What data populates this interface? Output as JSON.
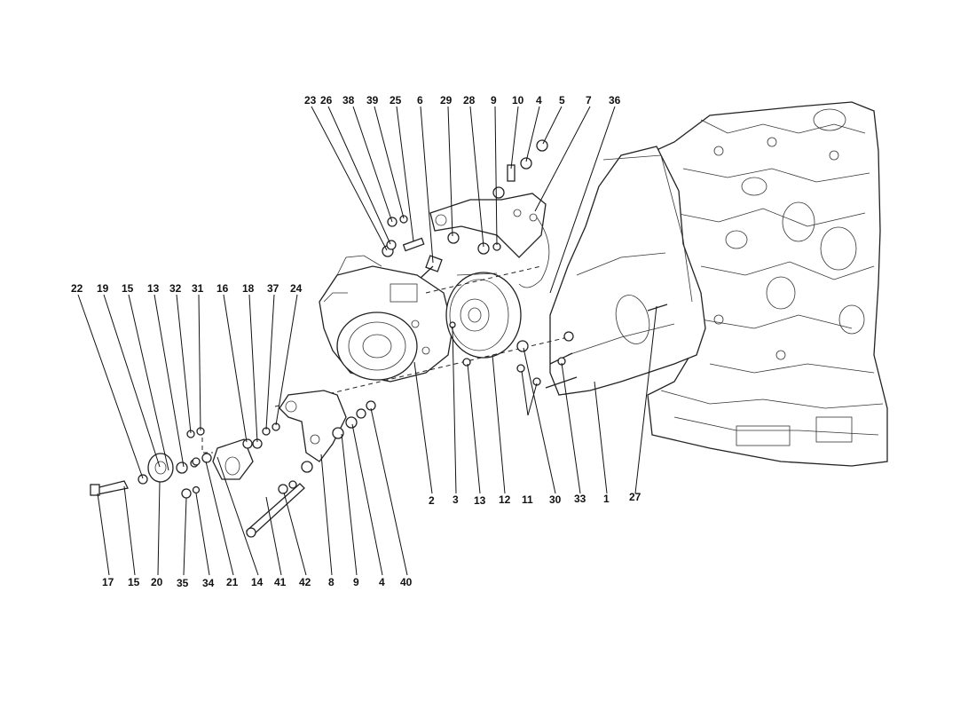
{
  "callouts_top": [
    "23",
    "26",
    "38",
    "39",
    "25",
    "6",
    "29",
    "28",
    "9",
    "10",
    "4",
    "5",
    "7",
    "36"
  ],
  "callouts_left": [
    "22",
    "19",
    "15",
    "13",
    "32",
    "31",
    "16",
    "18",
    "37",
    "24"
  ],
  "callouts_mid": [
    "2",
    "3",
    "13",
    "12",
    "11",
    "30",
    "33",
    "1",
    "27"
  ],
  "callouts_bottom": [
    "17",
    "15",
    "20",
    "35",
    "34",
    "21",
    "14",
    "41",
    "42",
    "8",
    "9",
    "4",
    "40"
  ]
}
